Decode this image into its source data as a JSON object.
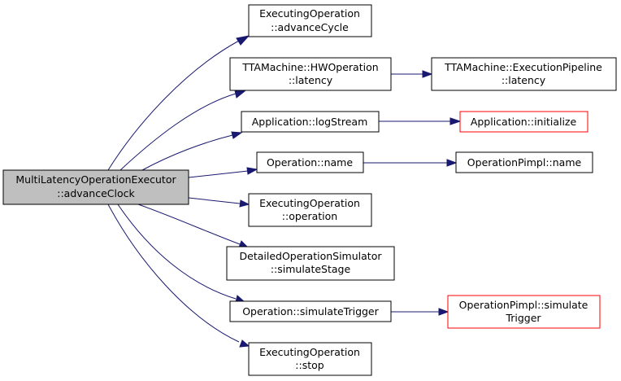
{
  "colors": {
    "edge": "#191970",
    "node_border": "#000000",
    "missing_border": "#ff0000",
    "root_fill": "#bfbfbf",
    "node_fill": "#ffffff"
  },
  "nodes": {
    "root": {
      "line1": "MultiLatencyOperationExecutor",
      "line2": "::advanceClock"
    },
    "advance_cycle": {
      "line1": "ExecutingOperation",
      "line2": "::advanceCycle"
    },
    "hw_latency": {
      "line1": "TTAMachine::HWOperation",
      "line2": "::latency"
    },
    "pipeline_latency": {
      "line1": "TTAMachine::ExecutionPipeline",
      "line2": "::latency"
    },
    "log_stream": {
      "line1": "Application::logStream"
    },
    "initialize": {
      "line1": "Application::initialize"
    },
    "op_name": {
      "line1": "Operation::name"
    },
    "pimpl_name": {
      "line1": "OperationPimpl::name"
    },
    "exec_operation": {
      "line1": "ExecutingOperation",
      "line2": "::operation"
    },
    "simulate_stage": {
      "line1": "DetailedOperationSimulator",
      "line2": "::simulateStage"
    },
    "simulate_trigger": {
      "line1": "Operation::simulateTrigger"
    },
    "pimpl_simulate": {
      "line1": "OperationPimpl::simulate",
      "line2": "Trigger"
    },
    "stop": {
      "line1": "ExecutingOperation",
      "line2": "::stop"
    }
  }
}
